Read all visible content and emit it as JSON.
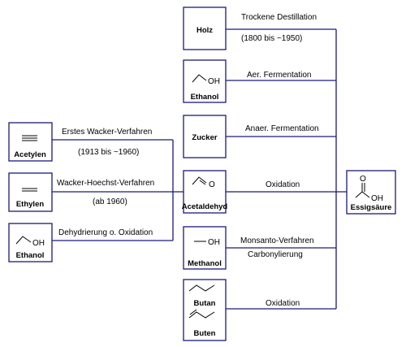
{
  "nodes": {
    "holz": "Holz",
    "ethanol_top": "Ethanol",
    "zucker": "Zucker",
    "acetaldehyd": "Acetaldehyd",
    "methanol": "Methanol",
    "butan": "Butan",
    "buten": "Buten",
    "acetylen": "Acetylen",
    "ethylen": "Ethylen",
    "ethanol_left": "Ethanol",
    "essigsaeure": "Essigsäure"
  },
  "atoms": {
    "oh": "OH",
    "o": "O"
  },
  "edges": {
    "holz_1": "Trockene Destillation",
    "holz_2": "(1800 bis ~1950)",
    "ethanol_top": "Aer. Fermentation",
    "zucker": "Anaer. Fermentation",
    "acetaldehyd": "Oxidation",
    "methanol_1": "Monsanto-Verfahren",
    "methanol_2": "Carbonylierung",
    "butan": "Oxidation",
    "acetylen_1": "Erstes Wacker-Verfahren",
    "acetylen_2": "(1913 bis ~1960)",
    "ethylen_1": "Wacker-Hoechst-Verfahren",
    "ethylen_2": "(ab 1960)",
    "ethanol_left": "Dehydrierung o. Oxidation"
  }
}
